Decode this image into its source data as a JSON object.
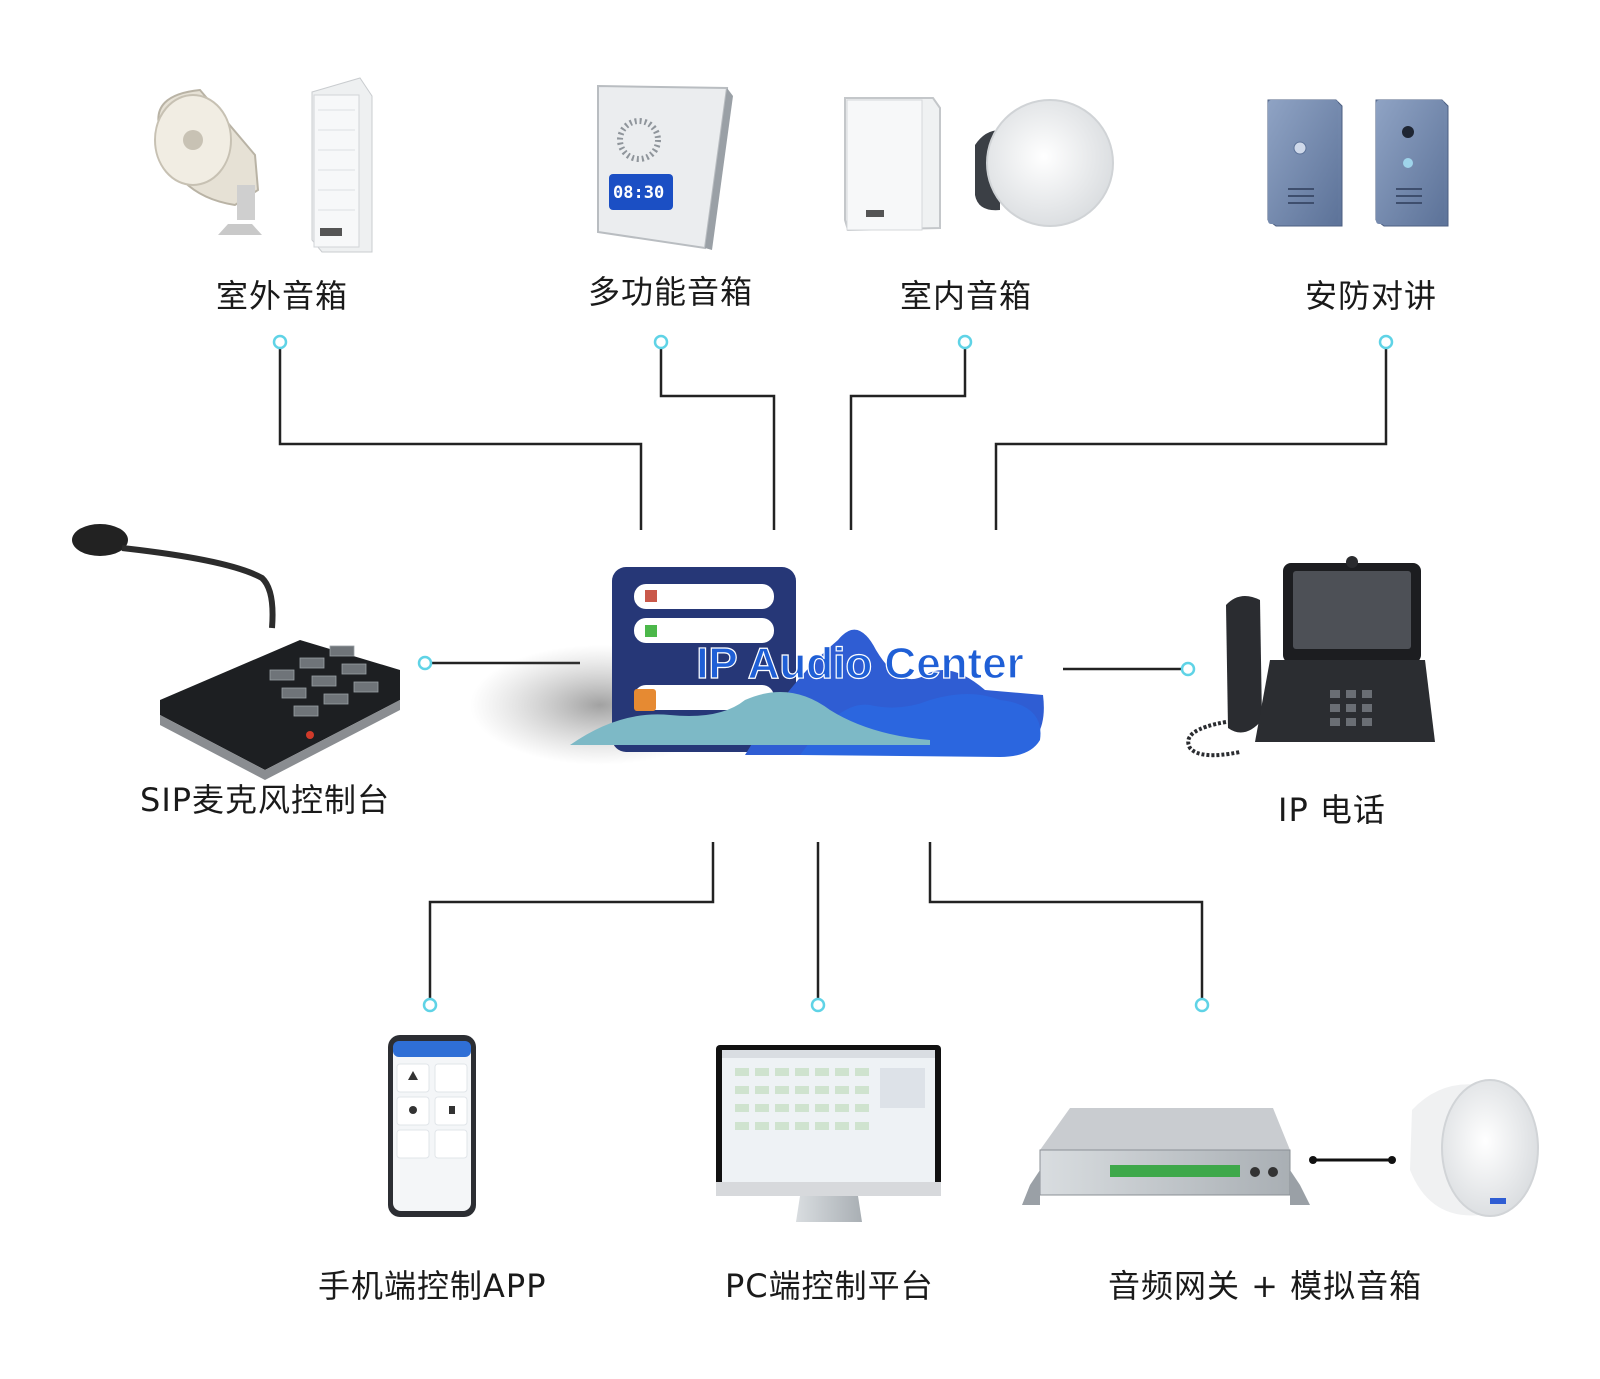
{
  "diagram": {
    "center": {
      "title": "IP Audio Center"
    },
    "devices": {
      "outdoor_speaker": "室外音箱",
      "multifunction_speaker": "多功能音箱",
      "indoor_speaker": "室内音箱",
      "security_intercom": "安防对讲",
      "sip_mic_console": "SIP麦克风控制台",
      "ip_phone": "IP 电话",
      "mobile_app": "手机端控制APP",
      "pc_platform": "PC端控制平台",
      "audio_gateway": "音频网关 + 模拟音箱"
    },
    "clock_display": "08:30"
  }
}
